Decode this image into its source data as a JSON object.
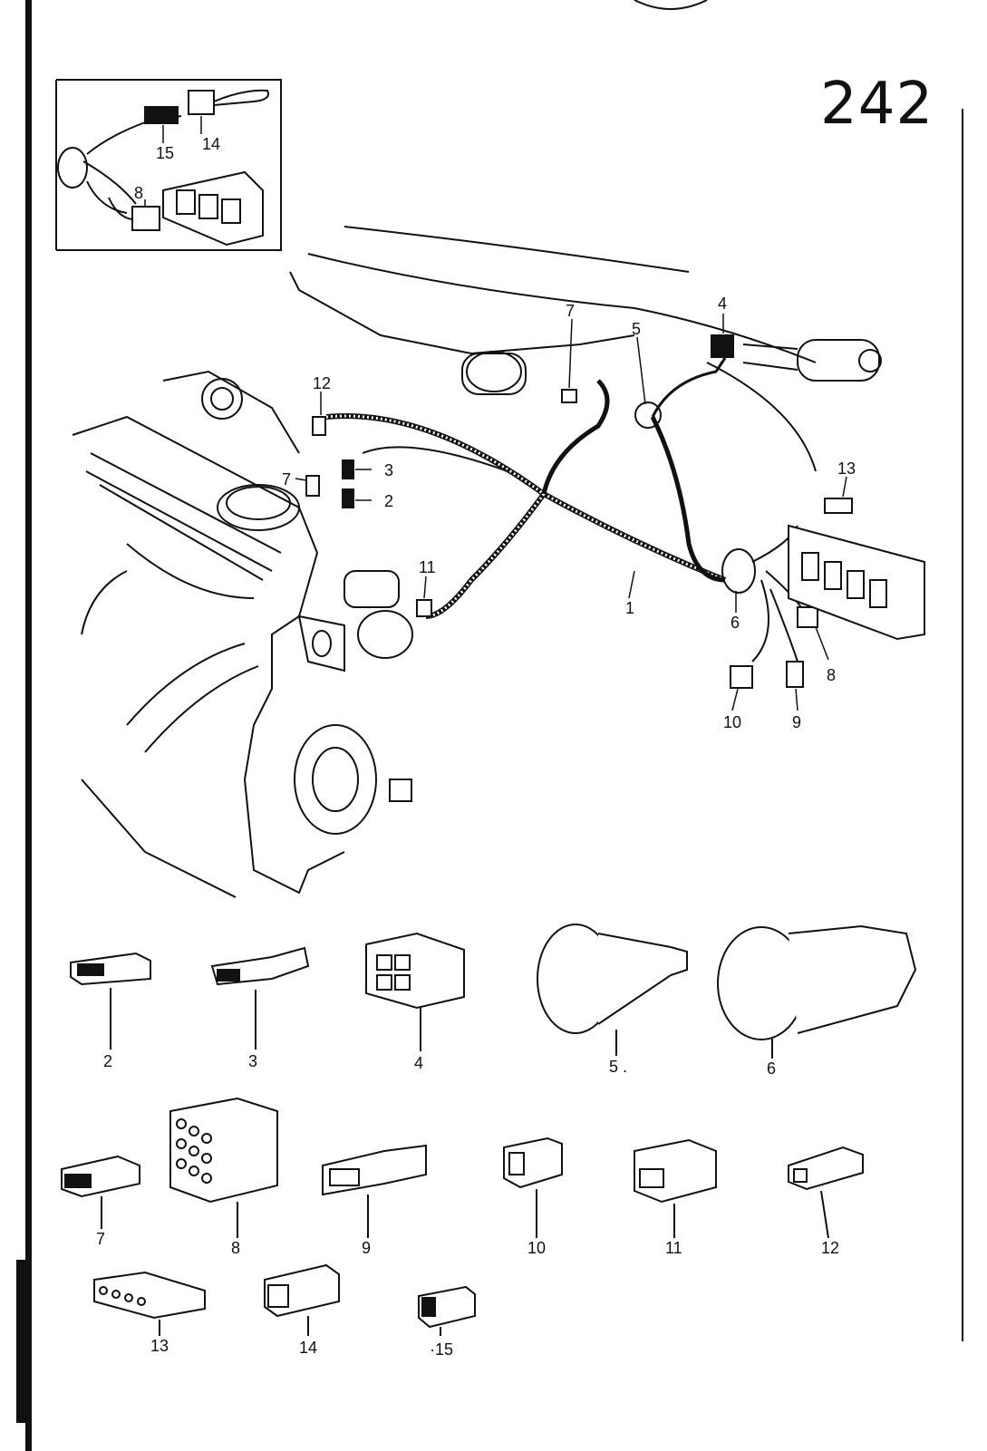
{
  "page_number": "242",
  "inset": {
    "callouts": [
      "15",
      "14",
      "8"
    ]
  },
  "main": {
    "callouts": [
      "12",
      "7",
      "3",
      "2",
      "7",
      "5",
      "4",
      "11",
      "1",
      "6",
      "13",
      "8",
      "10",
      "9"
    ]
  },
  "parts": {
    "row1": [
      "2",
      "3",
      "4",
      "5 .",
      "6"
    ],
    "row2": [
      "7",
      "8",
      "9",
      "10",
      "11",
      "12"
    ],
    "row3": [
      "13",
      "14",
      "·15"
    ]
  },
  "colors": {
    "ink": "#111111",
    "paper": "#ffffff"
  }
}
